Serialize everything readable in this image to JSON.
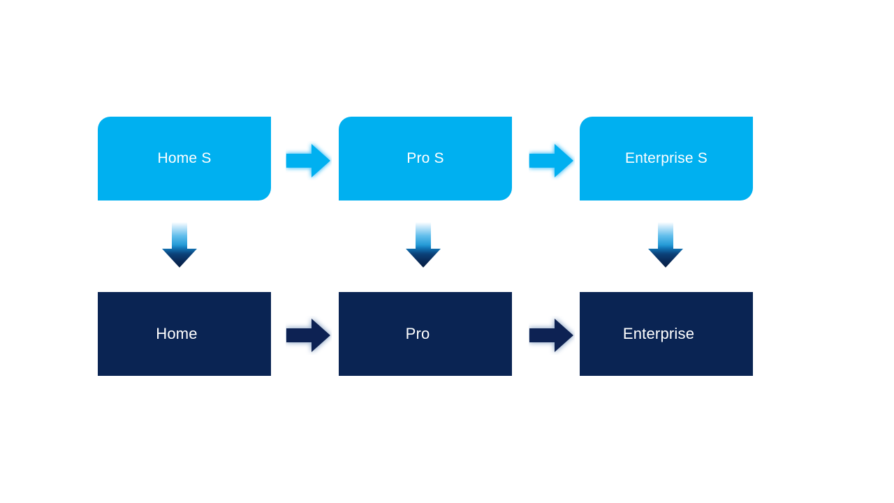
{
  "diagram": {
    "type": "flow",
    "background": "#FFFFFF",
    "colors": {
      "light_blue": "#00B0F0",
      "dark_navy": "#0A2453",
      "label_text": "#FFFFFF",
      "light_arrow_glow": "#4FC3F7",
      "dark_arrow_glow": "#9FB4D0"
    },
    "top_row": {
      "items": [
        {
          "label": "Home S"
        },
        {
          "label": "Pro S"
        },
        {
          "label": "Enterprise S"
        }
      ]
    },
    "bottom_row": {
      "items": [
        {
          "label": "Home"
        },
        {
          "label": "Pro"
        },
        {
          "label": "Enterprise"
        }
      ]
    },
    "icons": {
      "right_arrow": "right-arrow-icon",
      "down_arrow": "down-arrow-icon"
    },
    "connectors": {
      "top_right_arrows": 2,
      "bottom_right_arrows": 2,
      "down_arrows": 3
    }
  }
}
